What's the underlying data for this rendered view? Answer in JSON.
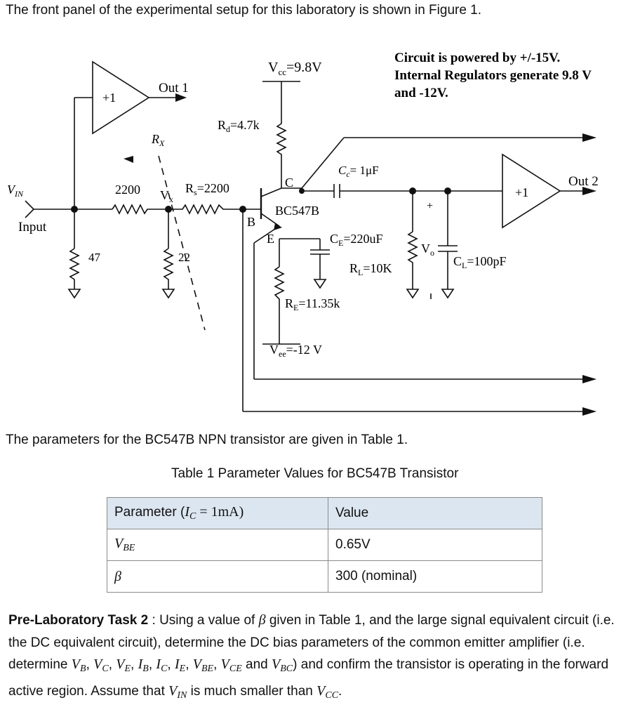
{
  "intro_text": "The front panel of the experimental setup for this laboratory is shown in Figure 1.",
  "figure": {
    "vcc_label": "V",
    "vcc_sub": "cc",
    "vcc_value": "=9.8V",
    "note_line1": "Circuit is powered by +/-15V.",
    "note_line2": "Internal Regulators generate 9.8 V",
    "note_line3": "and -12V.",
    "buffer1_gain": "+1",
    "out1_label": "Out 1",
    "rd_label": "R",
    "rd_sub": "d",
    "rd_value": "=4.7k",
    "rx_label": "R",
    "rx_sub": "X",
    "cc_label": "C",
    "cc_sub": "c",
    "cc_value": "= 1μF",
    "buffer2_gain": "+1",
    "out2_label": "Out 2",
    "vin_label": "V",
    "vin_sub": "IN",
    "input_label": "Input",
    "r2200_label": "2200",
    "vx_label": "V",
    "vx_sub": "x",
    "rs_label": "R",
    "rs_sub": "s",
    "rs_value": "=2200",
    "collector_label": "C",
    "transistor_label": "BC547B",
    "base_label": "B",
    "emitter_label": "E",
    "plus_label": "+",
    "ce_label": "C",
    "ce_sub": "E",
    "ce_value": "=220uF",
    "vo_label": "V",
    "vo_sub": "o",
    "cl_label": "C",
    "cl_sub": "L",
    "cl_value": "=100pF",
    "r47_label": "47",
    "r22_label": "22",
    "rl_label": "R",
    "rl_sub": "L",
    "rl_value": "=10K",
    "re_label": "R",
    "re_sub": "E",
    "re_value": "=11.35k",
    "vee_label": "V",
    "vee_sub": "ee",
    "vee_value": "=-12 V"
  },
  "params_text": "The parameters for the BC547B NPN transistor are given in Table 1.",
  "table_caption": "Table 1 Parameter Values for BC547B Transistor",
  "table": {
    "header": {
      "param_prefix": "Parameter (",
      "param_var": "I",
      "param_sub": "C",
      "param_rest": " = 1mA)",
      "value": "Value"
    },
    "rows": [
      {
        "var": "V",
        "sub": "BE",
        "value": "0.65V"
      },
      {
        "var": "β",
        "sub": "",
        "value": "300 (nominal)"
      }
    ]
  },
  "task": {
    "title": "Pre-Laboratory Task 2",
    "t1": " : Using a value of ",
    "beta": "β",
    "t2": " given in Table 1, and the large signal equivalent circuit (i.e. the DC equivalent circuit), determine the DC bias parameters of the common emitter amplifier (i.e. determine ",
    "vars": [
      {
        "v": "V",
        "s": "B"
      },
      {
        "v": "V",
        "s": "C"
      },
      {
        "v": "V",
        "s": "E"
      },
      {
        "v": "I",
        "s": "B"
      },
      {
        "v": "I",
        "s": "C"
      },
      {
        "v": "I",
        "s": "E"
      },
      {
        "v": "V",
        "s": "BE"
      },
      {
        "v": "V",
        "s": "CE"
      }
    ],
    "sep": ", ",
    "and": " and ",
    "last": {
      "v": "V",
      "s": "BC"
    },
    "t3": ") and confirm the transistor is operating in the forward active region. Assume that ",
    "vin": {
      "v": "V",
      "s": "IN"
    },
    "t4": " is much smaller than ",
    "vcc": {
      "v": "V",
      "s": "CC"
    },
    "t5": "."
  }
}
